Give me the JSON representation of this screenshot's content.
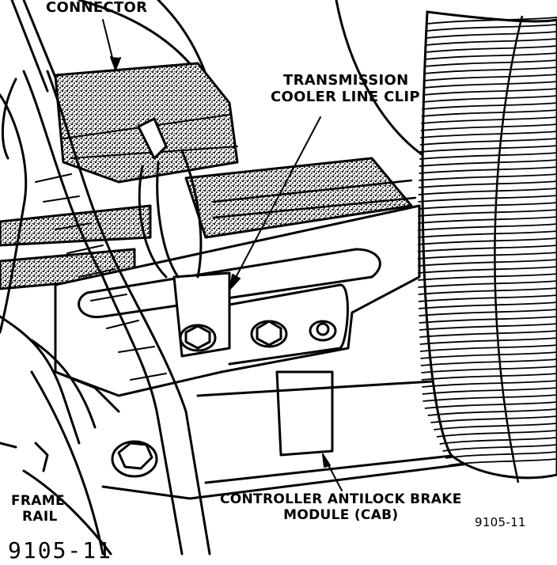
{
  "labels": {
    "connector": "CONNECTOR",
    "transmission_cooler_line_clip": [
      "TRANSMISSION",
      "COOLER LINE CLIP"
    ],
    "frame_rail": [
      "FRAME",
      "RAIL"
    ],
    "controller_module": [
      "CONTROLLER ANTILOCK BRAKE",
      "MODULE (CAB)"
    ],
    "figure_code": "9105-11",
    "caption": "9105-11"
  },
  "colors": {
    "ink": "#000000",
    "paper": "#ffffff",
    "stipple": "#4a4a4a"
  }
}
